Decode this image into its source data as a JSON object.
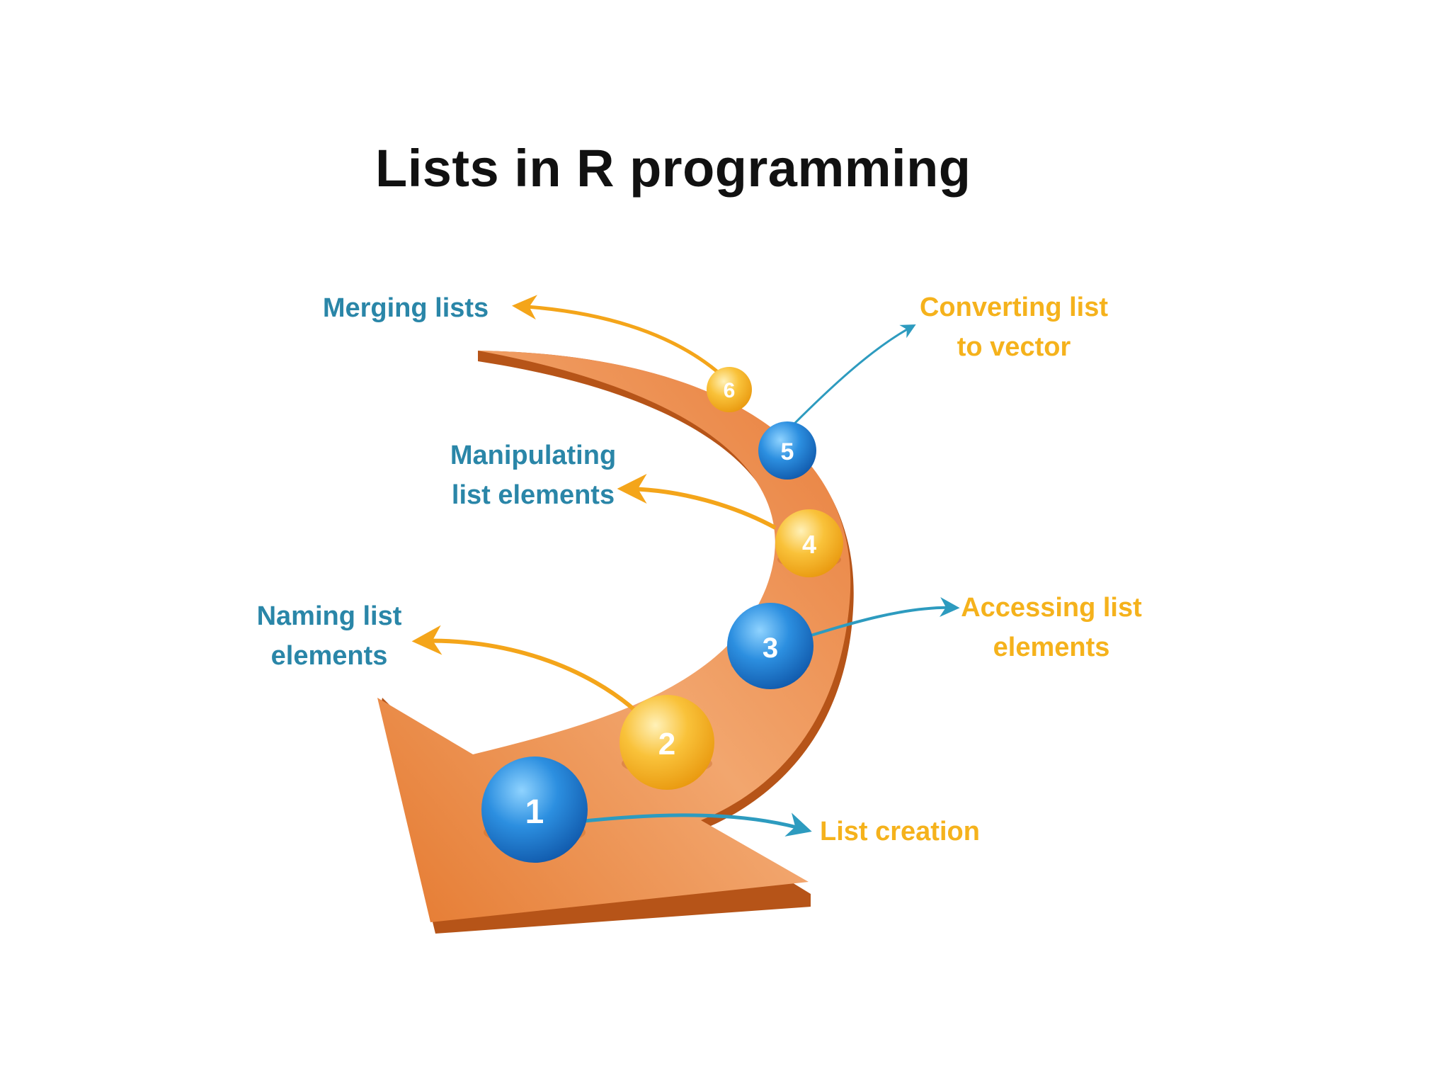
{
  "title": "Lists in R programming",
  "colors": {
    "blue_text": "#2a86a8",
    "gold_text": "#f5b21c",
    "arrow_orange": "#e98540",
    "sphere_blue": "#1f7fd0",
    "sphere_gold": "#f7b21a"
  },
  "steps": [
    {
      "number": "1",
      "label_lines": [
        "List creation"
      ],
      "sphere_color": "blue",
      "label_color": "gold"
    },
    {
      "number": "2",
      "label_lines": [
        "Naming list",
        "elements"
      ],
      "sphere_color": "gold",
      "label_color": "blue"
    },
    {
      "number": "3",
      "label_lines": [
        "Accessing list",
        "elements"
      ],
      "sphere_color": "blue",
      "label_color": "gold"
    },
    {
      "number": "4",
      "label_lines": [
        "Manipulating",
        "list elements"
      ],
      "sphere_color": "gold",
      "label_color": "blue"
    },
    {
      "number": "5",
      "label_lines": [
        "Converting list",
        "to vector"
      ],
      "sphere_color": "blue",
      "label_color": "gold"
    },
    {
      "number": "6",
      "label_lines": [
        "Merging lists"
      ],
      "sphere_color": "gold",
      "label_color": "blue"
    }
  ]
}
